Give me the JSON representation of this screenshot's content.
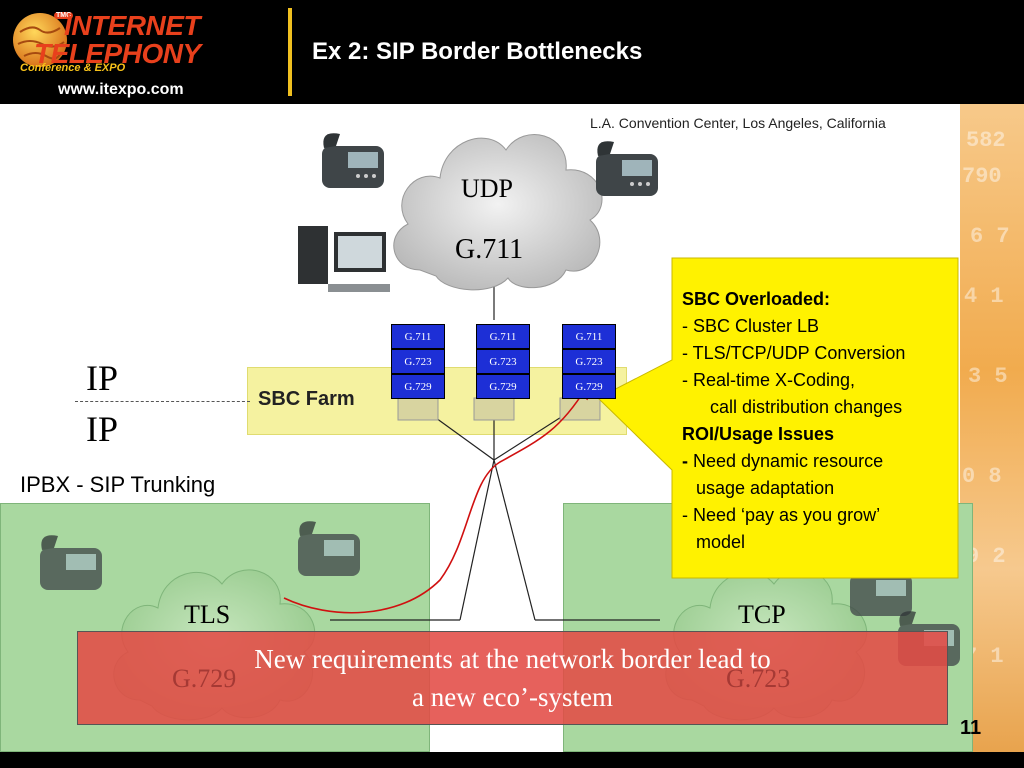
{
  "header": {
    "logo_line1": "INTERNET",
    "logo_line2": "TELEPHONY",
    "logo_line3": "Conference & EXPO",
    "logo_badge": "TMC",
    "logo_url": "www.itexpo.com",
    "title": "Ex 2: SIP Border Bottlenecks"
  },
  "location": "L.A. Convention Center, Los Angeles, California",
  "clouds": {
    "udp": {
      "protocol": "UDP",
      "codec": "G.711"
    },
    "tls": {
      "protocol": "TLS",
      "codec": "G.729"
    },
    "tcp": {
      "protocol": "TCP",
      "codec": "G.723"
    }
  },
  "sbc": {
    "farm_label": "SBC Farm",
    "codec_stacks": [
      [
        "G.711",
        "G.723",
        "G.729"
      ],
      [
        "G.711",
        "G.723",
        "G.729"
      ],
      [
        "G.711",
        "G.723",
        "G.729"
      ]
    ]
  },
  "left_labels": {
    "ip_top": "IP",
    "ip_bottom": "IP",
    "ipbx": "IPBX - SIP Trunking"
  },
  "callout": {
    "heading1": "SBC Overloaded:",
    "item1": "- SBC Cluster LB",
    "item2": "- TLS/TCP/UDP Conversion",
    "item3": "- Real-time X-Coding,",
    "item3b": "call distribution changes",
    "heading2": "ROI/Usage Issues",
    "item4_dash": "-",
    "item4": " Need dynamic resource",
    "item4b": "usage adaptation",
    "item5": "- Need ‘pay as you grow’",
    "item5b": "model"
  },
  "banner": {
    "line1": "New requirements at the network border lead to",
    "line2": "a new eco’-system"
  },
  "page_number": "11",
  "colors": {
    "header_bg": "#000000",
    "title_text": "#ffffff",
    "accent_gold": "#f0c020",
    "logo_red": "#e8401c",
    "callout_fill": "#fff200",
    "codec_blue": "#1d2fd6",
    "panel_green": "#a9d8a0",
    "sbc_farm_fill": "#f5f2a0",
    "banner_red": "#e24b46",
    "link_red": "#d01010"
  }
}
